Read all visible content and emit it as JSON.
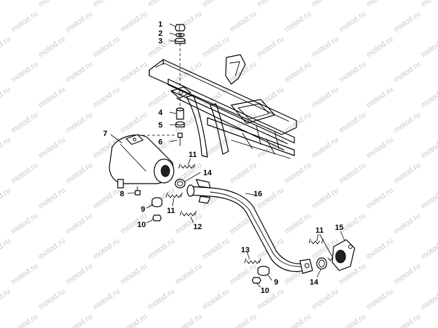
{
  "watermark": {
    "text": "motod.ru",
    "color": "#c9c9c9"
  },
  "callouts": [
    {
      "id": "c1",
      "label": "1"
    },
    {
      "id": "c2",
      "label": "2"
    },
    {
      "id": "c3",
      "label": "3"
    },
    {
      "id": "c4",
      "label": "4"
    },
    {
      "id": "c5",
      "label": "5"
    },
    {
      "id": "c6",
      "label": "6"
    },
    {
      "id": "c7",
      "label": "7"
    },
    {
      "id": "c8",
      "label": "8"
    },
    {
      "id": "c9a",
      "label": "9"
    },
    {
      "id": "c10a",
      "label": "10"
    },
    {
      "id": "c11a",
      "label": "11"
    },
    {
      "id": "c11b",
      "label": "11"
    },
    {
      "id": "c12",
      "label": "12"
    },
    {
      "id": "c13",
      "label": "13"
    },
    {
      "id": "c10b",
      "label": "10"
    },
    {
      "id": "c9b",
      "label": "9"
    },
    {
      "id": "c11c",
      "label": "11"
    },
    {
      "id": "c14a",
      "label": "14"
    },
    {
      "id": "c14b",
      "label": "14"
    },
    {
      "id": "c15",
      "label": "15"
    },
    {
      "id": "c16",
      "label": "16"
    }
  ]
}
